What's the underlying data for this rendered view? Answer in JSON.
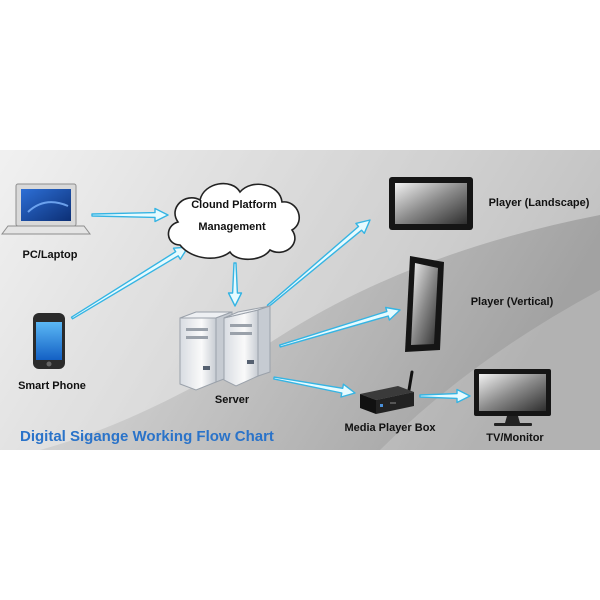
{
  "title": "Digital Sigange Working Flow Chart",
  "colors": {
    "title": "#2a73c9",
    "arrow_fill": "#e6fbff",
    "arrow_stroke": "#35b4e3",
    "background_light": "#f1f1f1",
    "background_dark": "#a9a9a9"
  },
  "nodes": {
    "pc": {
      "label": "PC/Laptop",
      "icon": "laptop-icon"
    },
    "phone": {
      "label": "Smart Phone",
      "icon": "smartphone-icon"
    },
    "cloud": {
      "label_line1": "Clound Platform",
      "label_line2": "Management",
      "icon": "cloud-icon"
    },
    "server": {
      "label": "Server",
      "icon": "server-icon"
    },
    "player_landscape": {
      "label": "Player (Landscape)",
      "icon": "landscape-display-icon"
    },
    "player_vertical": {
      "label": "Player (Vertical)",
      "icon": "vertical-display-icon"
    },
    "media_box": {
      "label": "Media Player Box",
      "icon": "media-player-box-icon"
    },
    "tv": {
      "label": "TV/Monitor",
      "icon": "tv-monitor-icon"
    }
  },
  "edges": [
    {
      "from": "PC/Laptop",
      "to": "Clound Platform Management"
    },
    {
      "from": "Smart Phone",
      "to": "Clound Platform Management"
    },
    {
      "from": "Clound Platform Management",
      "to": "Server"
    },
    {
      "from": "Server",
      "to": "Player (Landscape)"
    },
    {
      "from": "Server",
      "to": "Player (Vertical)"
    },
    {
      "from": "Server",
      "to": "Media Player Box"
    },
    {
      "from": "Media Player Box",
      "to": "TV/Monitor"
    }
  ]
}
